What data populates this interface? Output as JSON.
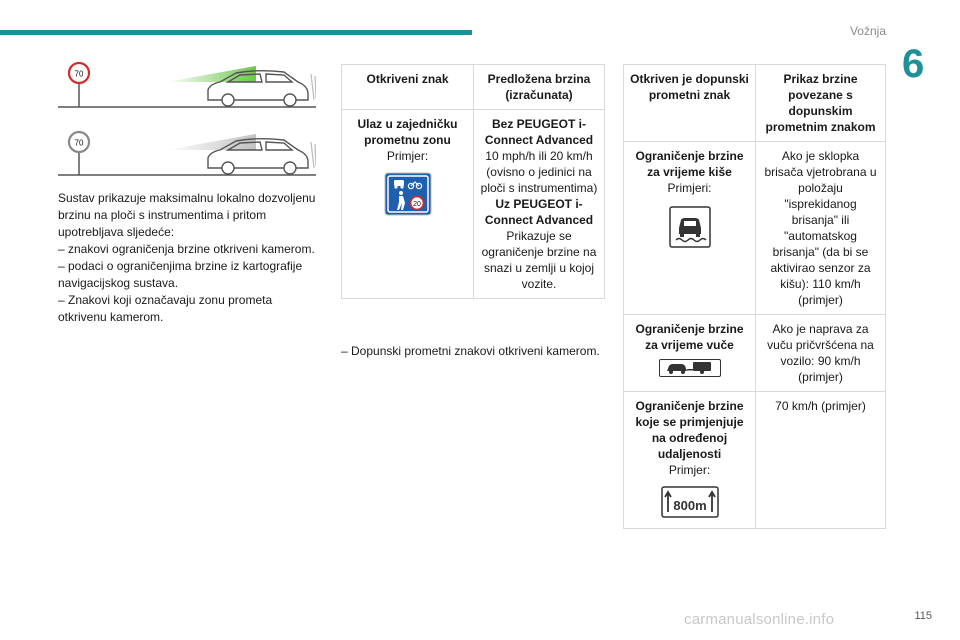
{
  "header": {
    "section_title": "Vožnja",
    "chapter_number": "6"
  },
  "illustrations": {
    "speed_sign_1": "70",
    "speed_sign_2": "70"
  },
  "column1": {
    "lines": [
      "Sustav prikazuje maksimalnu lokalno dozvoljenu",
      "brzinu na ploči s instrumentima i pritom",
      "upotrebljava sljedeće:",
      "– znakovi ograničenja brzine otkriveni kamerom.",
      "– podaci o ograničenjima brzine iz kartografije",
      "navigacijskog sustava.",
      "– Znakovi koji označavaju zonu prometa",
      "otkrivenu kamerom."
    ]
  },
  "table1": {
    "headers": [
      "Otkriveni znak",
      "Predložena brzina (izračunata)"
    ],
    "row": {
      "sign_title": "Ulaz u zajedničku prometnu zonu",
      "sign_example": "Primjer:",
      "sign_number": "20",
      "without_title": "Bez PEUGEOT i-Connect Advanced",
      "without_text": "10 mph/h ili 20 km/h (ovisno o jedinici na ploči s instrumentima)",
      "with_title": "Uz PEUGEOT i-Connect Advanced",
      "with_text": "Prikazuje se ograničenje brzine na snazi u zemlji u kojoj vozite."
    }
  },
  "column2": {
    "note": "– Dopunski prometni znakovi otkriveni kamerom."
  },
  "table2": {
    "headers": [
      "Otkriven je dopunski prometni znak",
      "Prikaz brzine povezane s dopunskim prometnim znakom"
    ],
    "rows": [
      {
        "title": "Ograničenje brzine za vrijeme kiše",
        "example": "Primjeri:",
        "value": "Ako je sklopka brisača vjetrobrana u položaju \"isprekidanog brisanja\" ili \"automatskog brisanja\" (da bi se aktivirao senzor za kišu): 110 km/h (primjer)"
      },
      {
        "title": "Ograničenje brzine za vrijeme vuče",
        "example": "",
        "value": "Ako je naprava za vuču pričvršćena na vozilo: 90 km/h (primjer)"
      },
      {
        "title": "Ograničenje brzine koje se primjenjuje na određenoj udaljenosti",
        "example": "Primjer:",
        "value": "70 km/h (primjer)",
        "sign_text": "800m"
      }
    ]
  },
  "footer": {
    "page_number": "115",
    "watermark": "carmanualsonline.info"
  }
}
